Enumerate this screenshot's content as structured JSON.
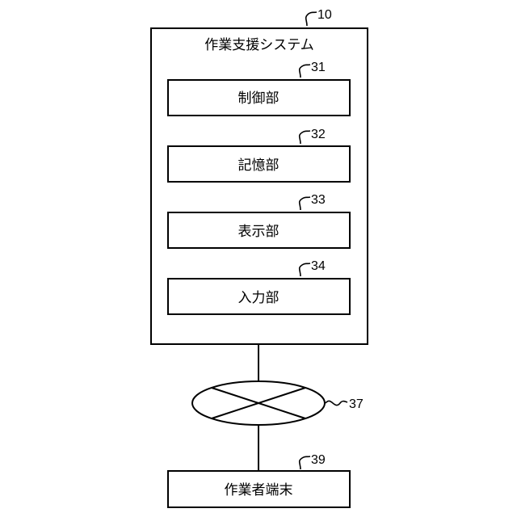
{
  "system": {
    "title": "作業支援システム",
    "ref": "10",
    "units": [
      {
        "label": "制御部",
        "ref": "31"
      },
      {
        "label": "記憶部",
        "ref": "32"
      },
      {
        "label": "表示部",
        "ref": "33"
      },
      {
        "label": "入力部",
        "ref": "34"
      }
    ]
  },
  "network": {
    "ref": "37"
  },
  "terminal": {
    "label": "作業者端末",
    "ref": "39"
  }
}
